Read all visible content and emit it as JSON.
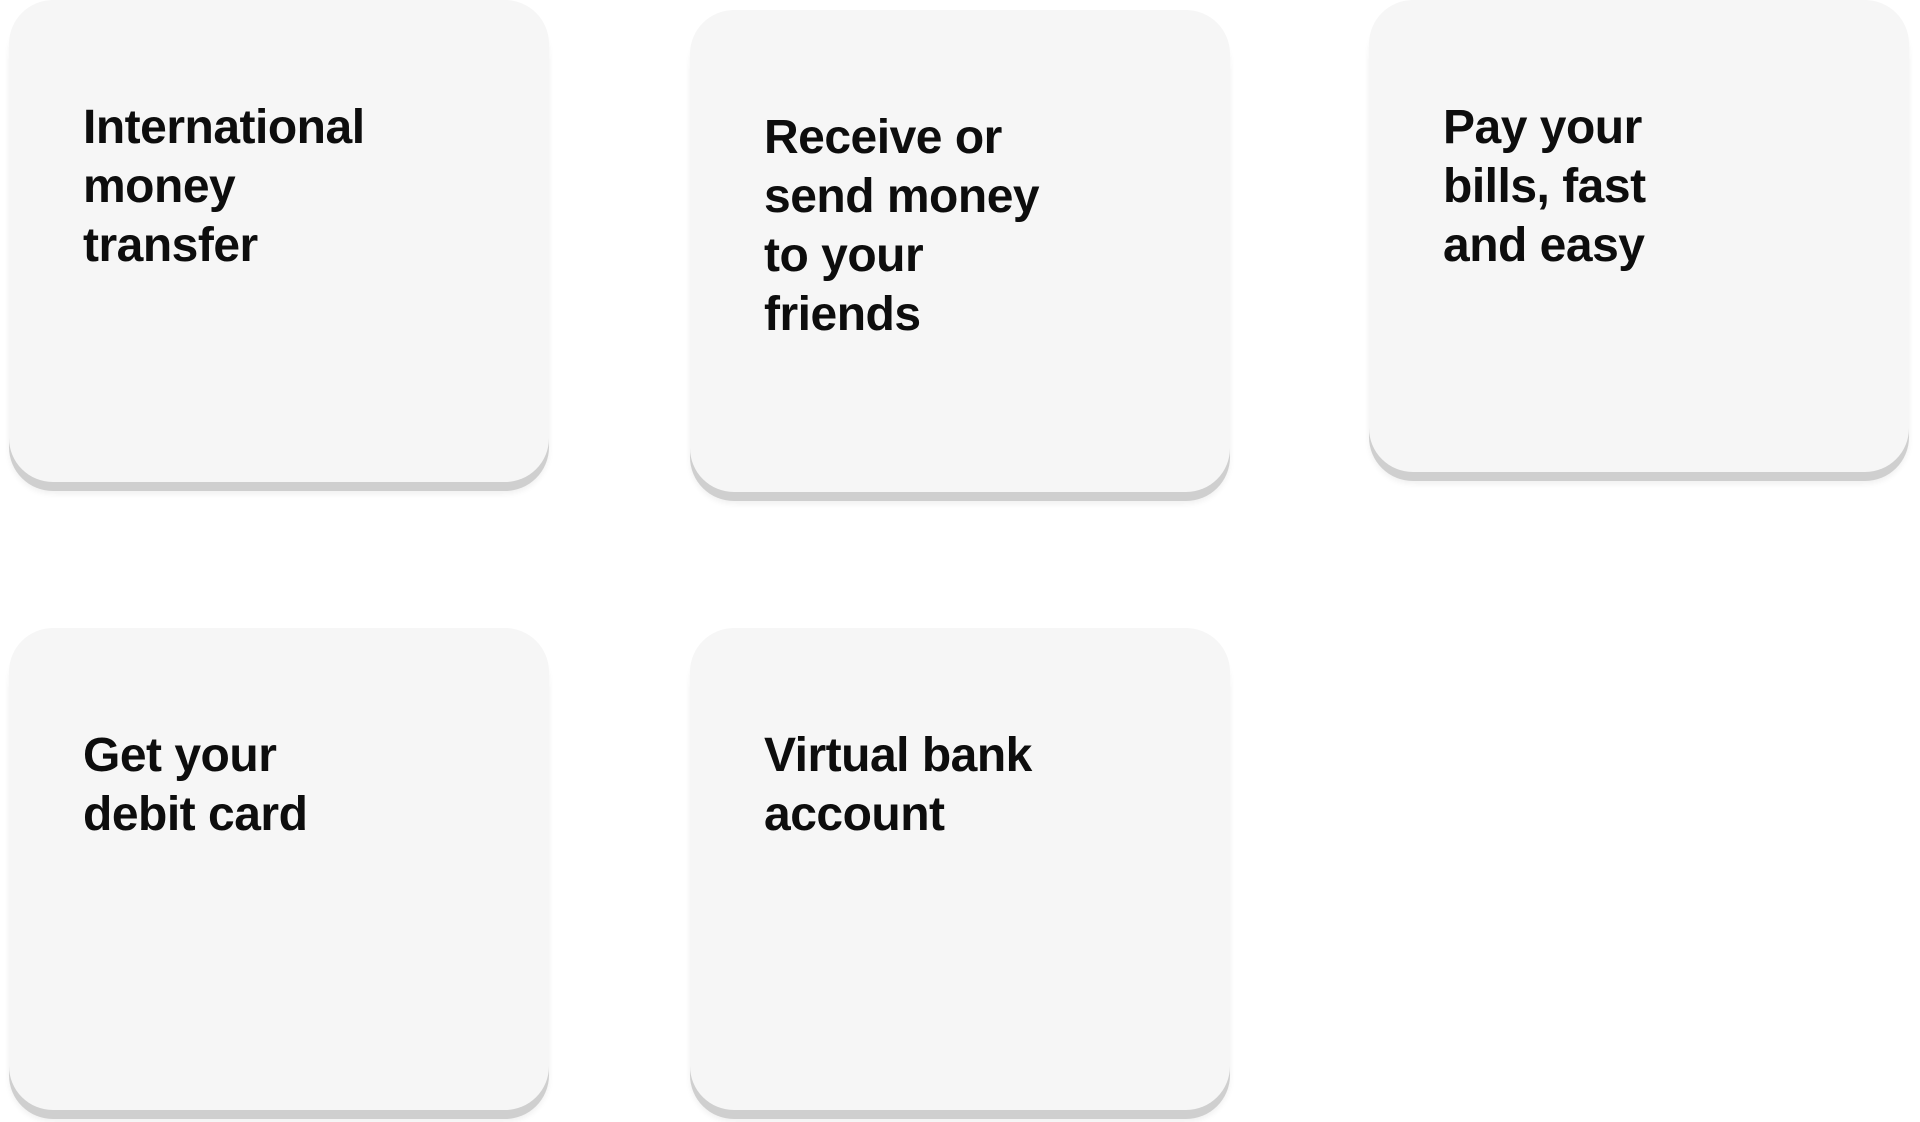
{
  "cards": [
    {
      "label": "International\nmoney\ntransfer"
    },
    {
      "label": "Receive or\nsend money\nto your\nfriends"
    },
    {
      "label": "Pay your\nbills, fast\nand easy"
    },
    {
      "label": "Get your\ndebit card"
    },
    {
      "label": "Virtual bank\naccount"
    }
  ],
  "colors": {
    "card_background": "#f6f6f6",
    "card_shadow": "#cfcfcf",
    "text": "#0d0d0d",
    "page_background": "#ffffff"
  }
}
